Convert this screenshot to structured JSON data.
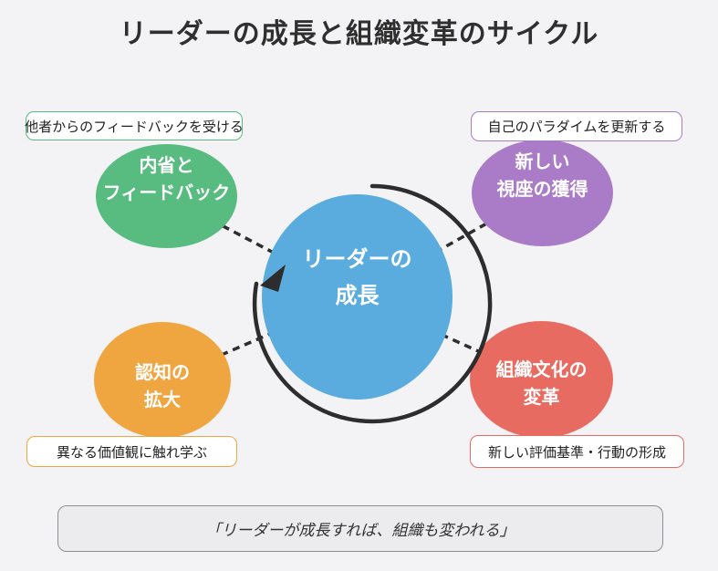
{
  "title": "リーダーの成長と組織変革のサイクル",
  "center_node": {
    "line1": "リーダーの",
    "line2": "成長",
    "color": "#5aacde"
  },
  "nodes": {
    "reflection": {
      "line1": "内省と",
      "line2": "フィードバック",
      "color": "#58bb7f",
      "tag": "他者からのフィードバックを受ける"
    },
    "perspective": {
      "line1": "新しい",
      "line2": "視座の獲得",
      "color": "#aa7cc8",
      "tag": "自己のパラダイムを更新する"
    },
    "cognition": {
      "line1": "認知の",
      "line2": "拡大",
      "color": "#f0a640",
      "tag": "異なる価値観に触れ学ぶ"
    },
    "culture": {
      "line1": "組織文化の",
      "line2": "変革",
      "color": "#e86b61",
      "tag": "新しい評価基準・行動の形成"
    }
  },
  "quote": "「リーダーが成長すれば、組織も変われる」",
  "line_color": "#2d2d2d"
}
